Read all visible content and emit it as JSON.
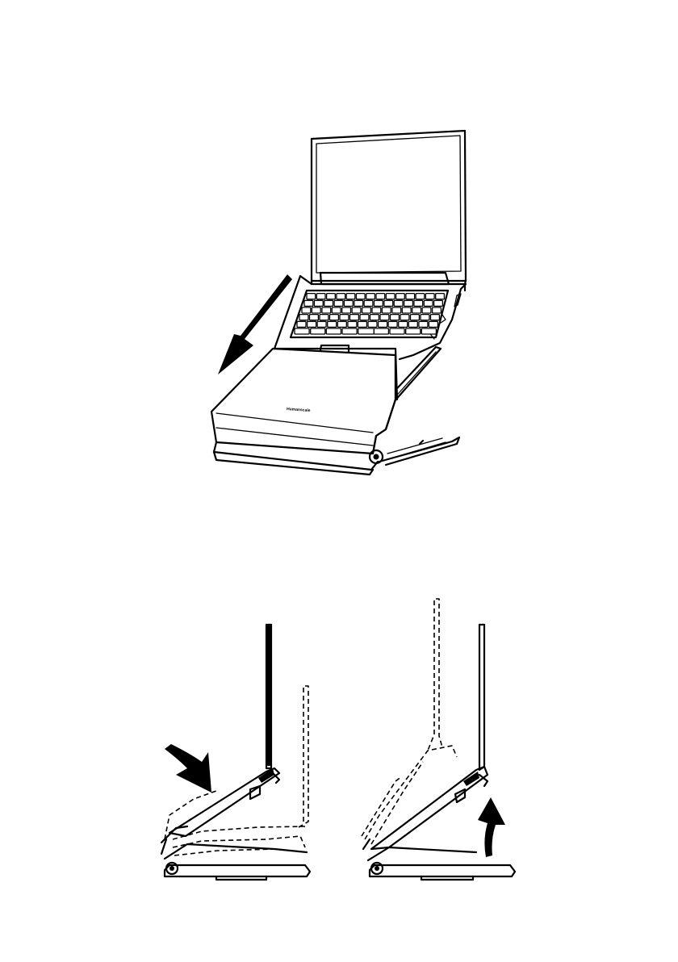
{
  "figure": {
    "brand_logo": "Humanscale",
    "steps": [
      {
        "id": "slide-laptop-onto-stand",
        "arrow_icon": "arrow-down-left-icon"
      },
      {
        "id": "push-stand-down",
        "arrow_icon": "curved-arrow-down-icon"
      },
      {
        "id": "lift-stand-up",
        "arrow_icon": "curved-arrow-up-icon"
      }
    ]
  }
}
